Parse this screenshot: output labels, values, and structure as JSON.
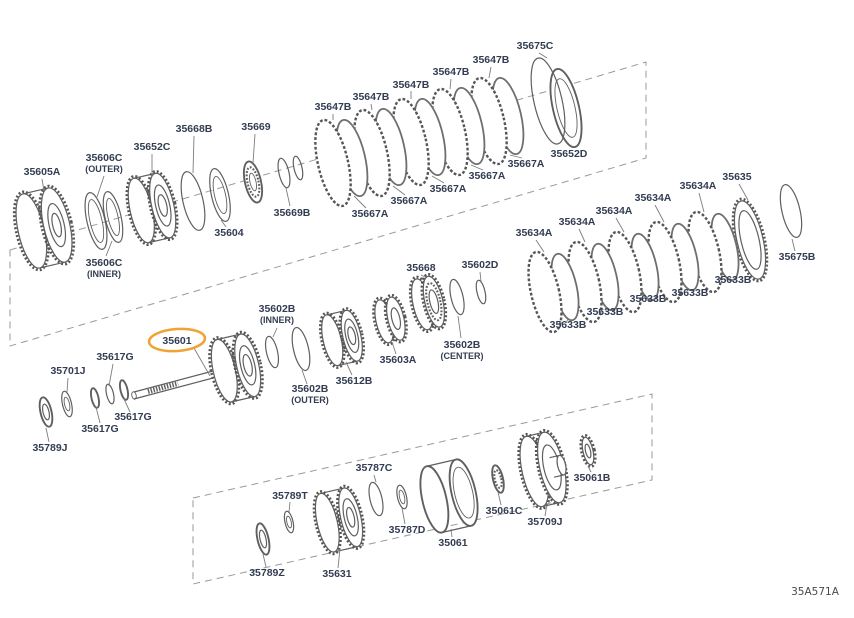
{
  "diagram": {
    "code": "35A571A",
    "highlighted_part": "35601",
    "highlight_color": "#f0a232"
  },
  "labels": [
    {
      "text": "35605A"
    },
    {
      "text": "35606C",
      "sub": "(OUTER)"
    },
    {
      "text": "35652C"
    },
    {
      "text": "35668B"
    },
    {
      "text": "35669"
    },
    {
      "text": "35606C",
      "sub": "(INNER)"
    },
    {
      "text": "35604"
    },
    {
      "text": "35669B"
    },
    {
      "text": "35647B"
    },
    {
      "text": "35647B"
    },
    {
      "text": "35647B"
    },
    {
      "text": "35647B"
    },
    {
      "text": "35647B"
    },
    {
      "text": "35675C"
    },
    {
      "text": "35652D"
    },
    {
      "text": "35667A"
    },
    {
      "text": "35667A"
    },
    {
      "text": "35667A"
    },
    {
      "text": "35667A"
    },
    {
      "text": "35667A"
    },
    {
      "text": "35634A"
    },
    {
      "text": "35634A"
    },
    {
      "text": "35634A"
    },
    {
      "text": "35634A"
    },
    {
      "text": "35634A"
    },
    {
      "text": "35635"
    },
    {
      "text": "35675B"
    },
    {
      "text": "35633B"
    },
    {
      "text": "35633B"
    },
    {
      "text": "35633B"
    },
    {
      "text": "35633B"
    },
    {
      "text": "35633B"
    },
    {
      "text": "35668"
    },
    {
      "text": "35602D"
    },
    {
      "text": "35602B",
      "sub": "(INNER)"
    },
    {
      "text": "35601"
    },
    {
      "text": "35617G"
    },
    {
      "text": "35701J"
    },
    {
      "text": "35617G"
    },
    {
      "text": "35617G"
    },
    {
      "text": "35789J"
    },
    {
      "text": "35602B",
      "sub": "(OUTER)"
    },
    {
      "text": "35612B"
    },
    {
      "text": "35603A"
    },
    {
      "text": "35602B",
      "sub": "(CENTER)"
    },
    {
      "text": "35787C"
    },
    {
      "text": "35789T"
    },
    {
      "text": "35787D"
    },
    {
      "text": "35061"
    },
    {
      "text": "35061C"
    },
    {
      "text": "35709J"
    },
    {
      "text": "35061B"
    },
    {
      "text": "35789Z"
    },
    {
      "text": "35631"
    }
  ]
}
